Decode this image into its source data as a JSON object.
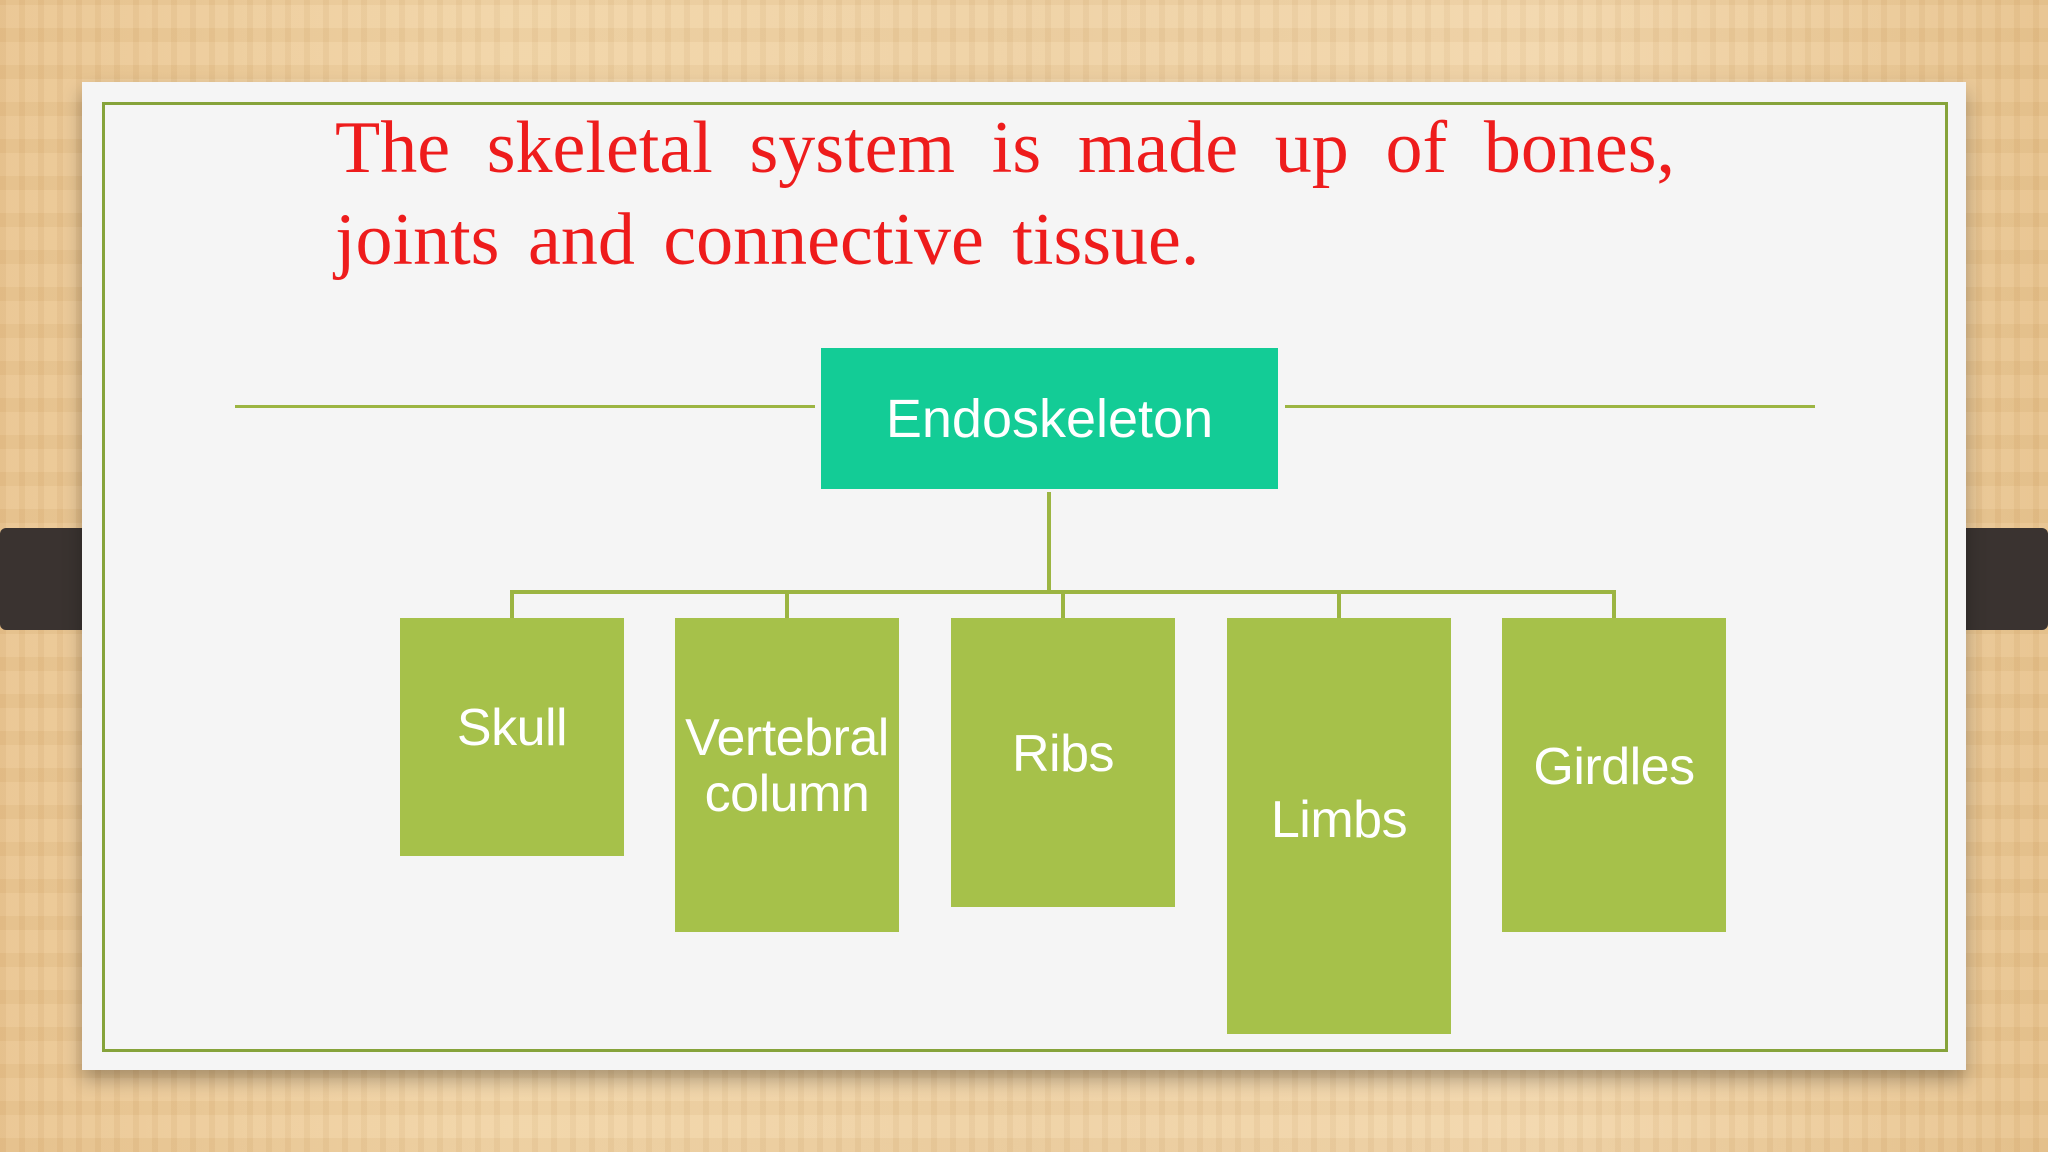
{
  "slide": {
    "heading": "The skeletal system is made up  of bones, joints and connective  tissue."
  },
  "diagram": {
    "root": {
      "label": "Endoskeleton",
      "color": "#13cc96"
    },
    "children_color": "#a6c14a",
    "line_color": "#9cb542",
    "heading_color": "#ee1c1c",
    "children": [
      {
        "label": "Skull"
      },
      {
        "label": "Vertebral column"
      },
      {
        "label": "Ribs"
      },
      {
        "label": "Limbs"
      },
      {
        "label": "Girdles"
      }
    ]
  }
}
